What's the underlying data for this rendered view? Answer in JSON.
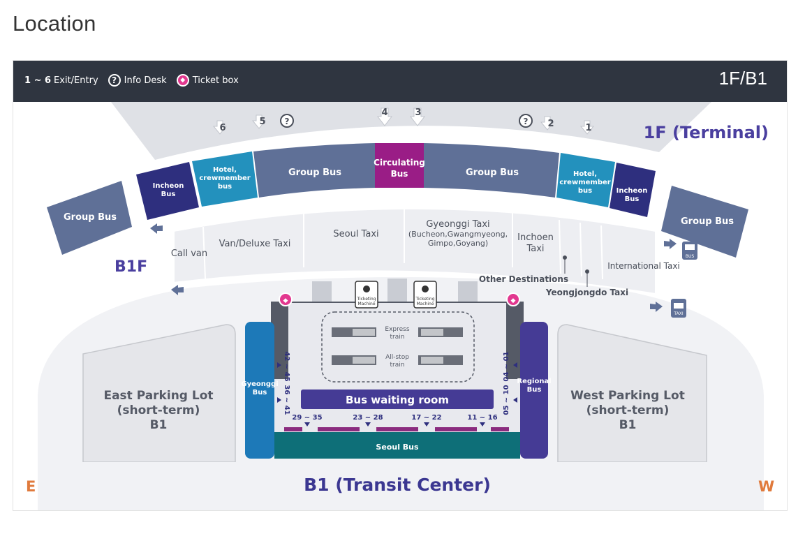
{
  "page": {
    "title": "Location"
  },
  "legend": {
    "exit_range": "1 ~ 6",
    "exit_label": "Exit/Entry",
    "info_label": "Info Desk",
    "ticket_label": "Ticket box",
    "info_glyph": "?",
    "ticket_glyph": "◆"
  },
  "floor": {
    "label": "1F/B1"
  },
  "labels": {
    "terminal": "1F (Terminal)",
    "b1f": "B1F",
    "transit": "B1 (Transit Center)",
    "east": "E",
    "west": "W",
    "other_destinations": "Other Destinations",
    "yeongjongdo_taxi": "Yeongjongdo Taxi",
    "international_taxi": "International Taxi",
    "call_van": "Call van"
  },
  "exits": {
    "e1": "1",
    "e2": "2",
    "e3": "3",
    "e4": "4",
    "e5": "5",
    "e6": "6"
  },
  "bus_zones": {
    "group_bus": "Group Bus",
    "incheon_bus_l1": "Incheon",
    "incheon_bus_l2": "Bus",
    "hotel_l1": "Hotel,",
    "hotel_l2": "crewmember",
    "hotel_l3": "bus",
    "circulating_l1": "Circulating",
    "circulating_l2": "Bus"
  },
  "taxi_zones": {
    "van_deluxe": "Van/Deluxe Taxi",
    "seoul": "Seoul Taxi",
    "gyeonggi_l1": "Gyeonggi Taxi",
    "gyeonggi_l2": "(Bucheon,Gwangmyeong,",
    "gyeonggi_l3": "Gimpo,Goyang)",
    "incheon_l1": "Inchoen",
    "incheon_l2": "Taxi"
  },
  "transit": {
    "ticketing_l1": "Ticketing",
    "ticketing_l2": "Machine",
    "express_l1": "Express",
    "express_l2": "train",
    "allstop_l1": "All-stop",
    "allstop_l2": "train",
    "bus_waiting_room": "Bus waiting room",
    "seoul_bus": "Seoul Bus",
    "gyeonggi_bus_l1": "Gyeonggi",
    "gyeonggi_bus_l2": "Bus",
    "regional_bus_l1": "Regional",
    "regional_bus_l2": "Bus",
    "gate_42_45": "42 ~ 45",
    "gate_36_41": "36 ~ 41",
    "gate_04_01": "04 ~ 01",
    "gate_05_10": "05 ~ 10",
    "gate_29_35": "29 ~ 35",
    "gate_23_28": "23 ~ 28",
    "gate_17_22": "17 ~ 22",
    "gate_11_16": "11 ~ 16"
  },
  "parking": {
    "east_l1": "East Parking Lot",
    "east_l2": "(short-term)",
    "east_l3": "B1",
    "west_l1": "West Parking Lot",
    "west_l2": "(short-term)",
    "west_l3": "B1"
  },
  "icons": {
    "bus_caption": "BUS",
    "taxi_caption": "TAXI"
  },
  "colors": {
    "header": "#2f3540",
    "group_bus": "#5f7097",
    "incheon_bus": "#2e2f7e",
    "hotel_bus": "#2391bd",
    "circulating_bus": "#9a1d86",
    "terminal_label": "#4a3f9f",
    "transit_label": "#3b3791",
    "direction": "#e07a3c",
    "seoul_bus": "#0e6f78",
    "gyeonggi_bus": "#1d79b8",
    "regional_bus": "#453b95",
    "ticket_pink": "#e2388f"
  }
}
